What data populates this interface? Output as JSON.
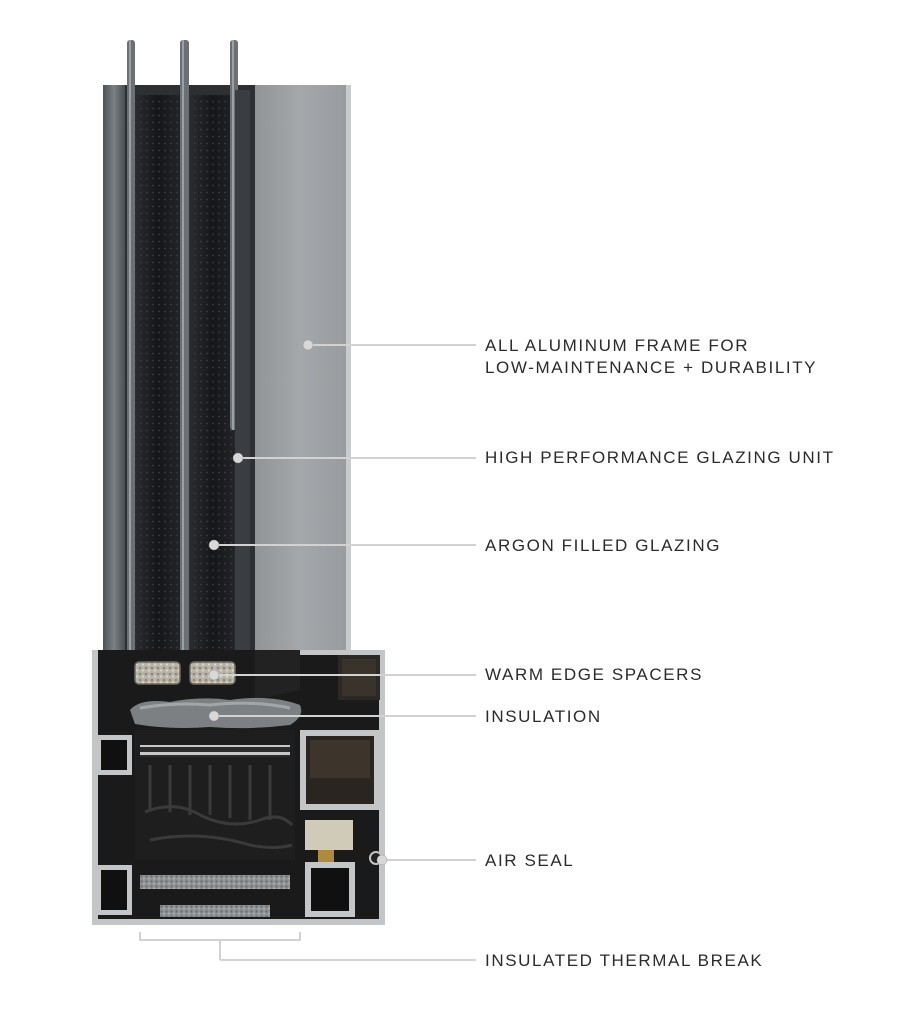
{
  "callouts": [
    {
      "id": "aluminum-frame",
      "lines": [
        "ALL ALUMINUM FRAME FOR",
        "LOW-MAINTENANCE + DURABILITY"
      ]
    },
    {
      "id": "glazing-unit",
      "lines": [
        "HIGH PERFORMANCE GLAZING UNIT"
      ]
    },
    {
      "id": "argon-glazing",
      "lines": [
        "ARGON FILLED GLAZING"
      ]
    },
    {
      "id": "warm-edge-spacers",
      "lines": [
        "WARM EDGE SPACERS"
      ]
    },
    {
      "id": "insulation",
      "lines": [
        "INSULATION"
      ]
    },
    {
      "id": "air-seal",
      "lines": [
        "AIR SEAL"
      ]
    },
    {
      "id": "thermal-break",
      "lines": [
        "INSULATED THERMAL BREAK"
      ]
    }
  ],
  "colors": {
    "leader_line": "#d2d2d2",
    "label_text": "#2b2b2b",
    "frame_face": "#9ea2a5",
    "glass_dark": "#1c1c20",
    "profile_dark": "#1a1a1a"
  }
}
